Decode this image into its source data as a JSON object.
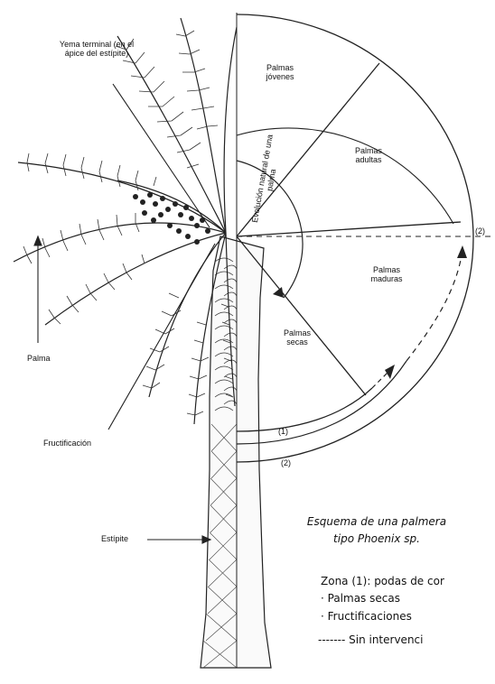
{
  "labels": {
    "yema": "Yema terminal (en el ápice del estípite)",
    "palma": "Palma",
    "fructificacion": "Fructificación",
    "estipite": "Estípite",
    "jovenes": "Palmas jóvenes",
    "adultas": "Palmas adultas",
    "maduras": "Palmas maduras",
    "secas": "Palmas secas",
    "evolucion": "Evolución natural de una palma",
    "marker1": "(1)",
    "marker2_bottom": "(2)",
    "marker2_right": "(2)"
  },
  "caption": {
    "line1": "Esquema de una palmera",
    "line2": "tipo Phoenix sp."
  },
  "legend": {
    "zona1": "Zona (1): podas de cor",
    "item1": "· Palmas secas",
    "item2": "· Fructificaciones",
    "sin": "------- Sin intervenci"
  }
}
